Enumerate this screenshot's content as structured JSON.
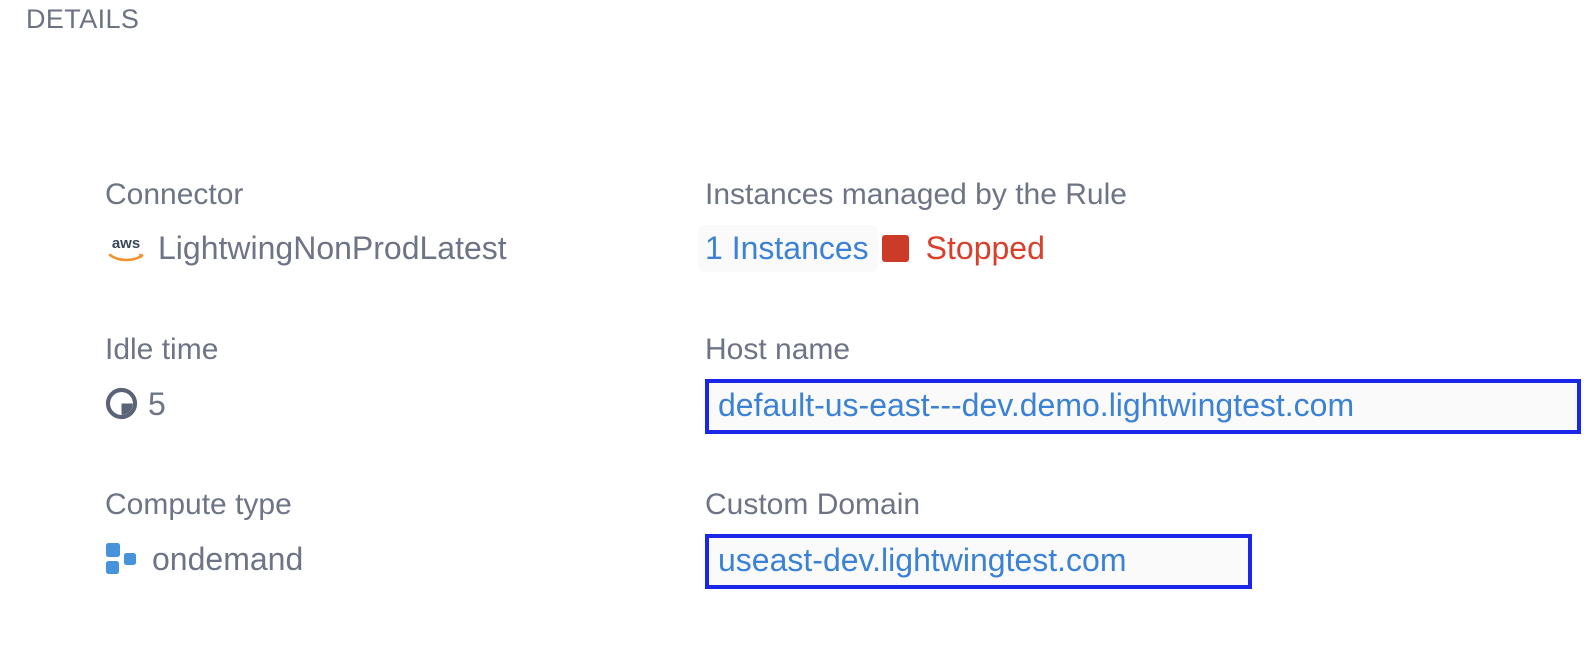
{
  "section": {
    "title": "DETAILS"
  },
  "details": {
    "connector": {
      "label": "Connector",
      "icon": "aws-logo-icon",
      "value": "LightwingNonProdLatest"
    },
    "instances": {
      "label": "Instances managed by the Rule",
      "count_label": "1 Instances",
      "status": "Stopped",
      "status_color": "#cc3b28",
      "link_color": "#3b82d6"
    },
    "idle_time": {
      "label": "Idle time",
      "icon": "clock-icon",
      "value": "5"
    },
    "host_name": {
      "label": "Host name",
      "value": "default-us-east---dev.demo.lightwingtest.com",
      "highlight_color": "#1a26e8"
    },
    "compute_type": {
      "label": "Compute type",
      "icon": "compute-squares-icon",
      "value": "ondemand"
    },
    "custom_domain": {
      "label": "Custom Domain",
      "value": "useast-dev.lightwingtest.com",
      "highlight_color": "#1a26e8"
    }
  }
}
